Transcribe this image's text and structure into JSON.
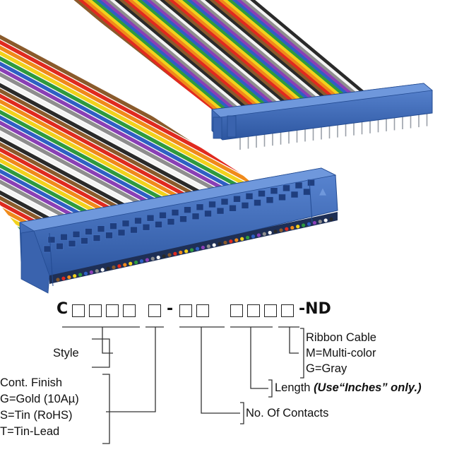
{
  "part_number": {
    "prefix": "C",
    "separator": "-",
    "suffix": "-ND"
  },
  "labels": {
    "style": "Style",
    "finish": [
      "Cont. Finish",
      "G=Gold (10Aµ)",
      "S=Tin (RoHS)",
      "T=Tin-Lead"
    ],
    "contacts": "No. Of Contacts",
    "length_prefix": "Length ",
    "length_note": "(Use“Inches” only.)",
    "cable": [
      "Ribbon Cable",
      "M=Multi-color",
      "G=Gray"
    ]
  },
  "colors": {
    "connector": "#3c66b4",
    "wires": [
      "#8a5a2b",
      "#e02a1f",
      "#f08a1a",
      "#f2d21c",
      "#2e9a3e",
      "#2f5fc4",
      "#8a3fb5",
      "#8e8e8e",
      "#f4f4f4",
      "#2a2a2a"
    ]
  },
  "icons": {
    "connector_mark": "triangle-icon"
  }
}
